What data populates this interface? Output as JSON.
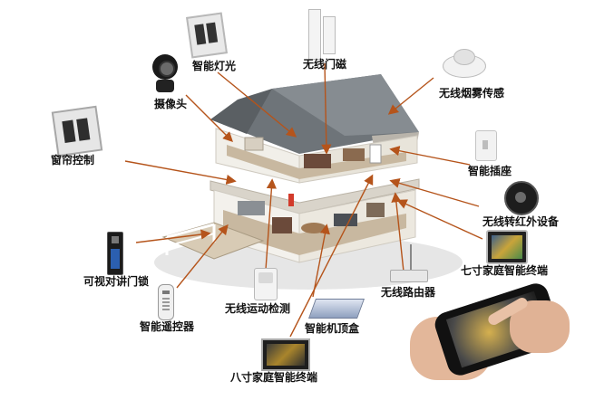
{
  "labels": {
    "smart_light": "智能灯光",
    "camera": "摄像头",
    "window_door_sensor": "无线门磁",
    "smoke_sensor": "无线烟雾传感",
    "curtain": "窗帘控制",
    "smart_socket": "智能插座",
    "ir_device": "无线转红外设备",
    "terminal_7": "七寸家庭智能终端",
    "video_intercom": "可视对讲门锁",
    "router": "无线路由器",
    "remote": "智能遥控器",
    "motion_sensor": "无线运动检测",
    "set_top_box": "智能机顶盒",
    "terminal_8": "八寸家庭智能终端"
  },
  "colors": {
    "connector": "#b5541b",
    "roof": "#6e7479",
    "wall": "#f1efe9",
    "floor": "#c8b8a0"
  },
  "icons": [
    "light-switch-icon",
    "camera-icon",
    "door-sensor-icon",
    "smoke-detector-icon",
    "curtain-switch-icon",
    "socket-icon",
    "ir-device-icon",
    "tablet-terminal-icon",
    "intercom-icon",
    "router-icon",
    "remote-icon",
    "motion-sensor-icon",
    "set-top-box-icon",
    "phone-icon"
  ]
}
